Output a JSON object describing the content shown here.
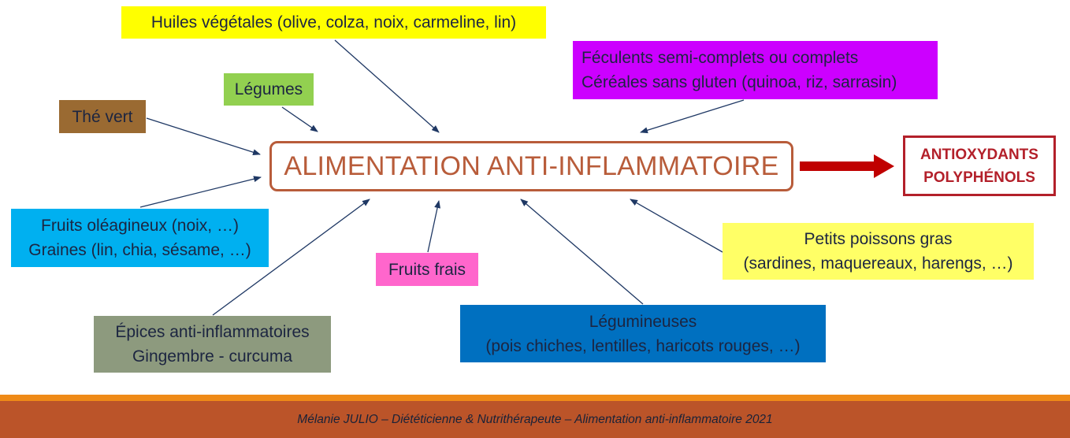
{
  "center": {
    "label": "ALIMENTATION ANTI-INFLAMMATOIRE"
  },
  "result": {
    "lines": [
      "ANTIOXYDANTS",
      "POLYPHÉNOLS"
    ]
  },
  "sources": {
    "huiles": {
      "lines": [
        "Huiles végétales (olive, colza, noix, carmeline, lin)"
      ]
    },
    "legumes": {
      "lines": [
        "Légumes"
      ]
    },
    "the_vert": {
      "lines": [
        "Thé vert"
      ]
    },
    "feculents": {
      "lines": [
        "Féculents semi-complets ou complets",
        "Céréales sans gluten (quinoa, riz, sarrasin)"
      ]
    },
    "fruits_oleagineux": {
      "lines": [
        "Fruits oléagineux (noix, …)",
        "Graines (lin, chia, sésame, …)"
      ]
    },
    "fruits_frais": {
      "lines": [
        "Fruits frais"
      ]
    },
    "poissons": {
      "lines": [
        "Petits poissons gras",
        "(sardines, maquereaux, harengs, …)"
      ]
    },
    "legumineuses": {
      "lines": [
        "Légumineuses",
        "(pois chiches, lentilles, haricots rouges, …)"
      ]
    },
    "epices": {
      "lines": [
        "Épices anti-inflammatoires",
        "Gingembre - curcuma"
      ]
    }
  },
  "colors": {
    "accent": "#b85c3a",
    "result": "#b3202a",
    "arrow": "#1f3864",
    "footer": "#bb5429",
    "footer_stripe": "#ef8a17"
  },
  "footer": {
    "text": "Mélanie JULIO – Diététicienne & Nutrithérapeute – Alimentation anti-inflammatoire 2021"
  }
}
